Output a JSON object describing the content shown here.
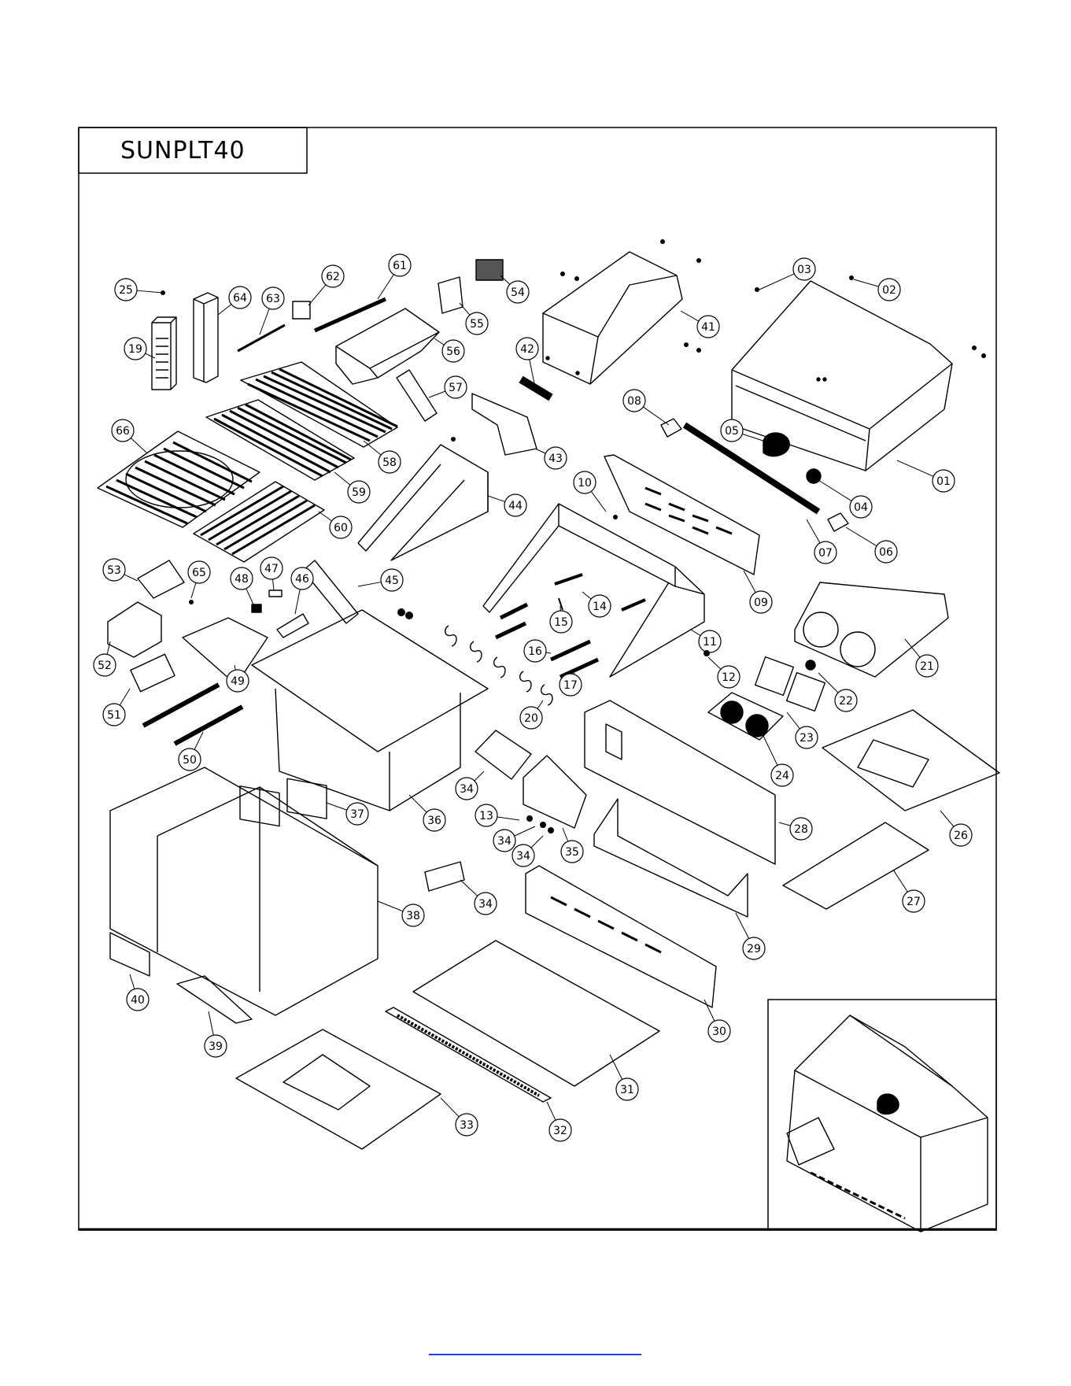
{
  "document": {
    "model_label": "SUNPLT40",
    "part_numbers": [
      "01",
      "02",
      "03",
      "04",
      "05",
      "06",
      "07",
      "08",
      "09",
      "10",
      "11",
      "12",
      "13",
      "14",
      "15",
      "16",
      "17",
      "19",
      "20",
      "21",
      "22",
      "23",
      "24",
      "25",
      "26",
      "27",
      "28",
      "29",
      "30",
      "31",
      "32",
      "33",
      "34",
      "35",
      "36",
      "37",
      "38",
      "39",
      "40",
      "41",
      "42",
      "43",
      "44",
      "45",
      "46",
      "47",
      "48",
      "49",
      "50",
      "51",
      "52",
      "53",
      "54",
      "55",
      "56",
      "57",
      "58",
      "59",
      "60",
      "61",
      "62",
      "63",
      "64",
      "65",
      "66"
    ]
  },
  "callouts": [
    {
      "label": "25"
    },
    {
      "label": "19"
    },
    {
      "label": "64"
    },
    {
      "label": "63"
    },
    {
      "label": "62"
    },
    {
      "label": "61"
    },
    {
      "label": "54"
    },
    {
      "label": "55"
    },
    {
      "label": "56"
    },
    {
      "label": "57"
    },
    {
      "label": "42"
    },
    {
      "label": "41"
    },
    {
      "label": "03"
    },
    {
      "label": "02"
    },
    {
      "label": "66"
    },
    {
      "label": "58"
    },
    {
      "label": "59"
    },
    {
      "label": "60"
    },
    {
      "label": "44"
    },
    {
      "label": "43"
    },
    {
      "label": "08"
    },
    {
      "label": "05"
    },
    {
      "label": "01"
    },
    {
      "label": "10"
    },
    {
      "label": "04"
    },
    {
      "label": "06"
    },
    {
      "label": "07"
    },
    {
      "label": "09"
    },
    {
      "label": "53"
    },
    {
      "label": "65"
    },
    {
      "label": "48"
    },
    {
      "label": "47"
    },
    {
      "label": "46"
    },
    {
      "label": "45"
    },
    {
      "label": "14"
    },
    {
      "label": "15"
    },
    {
      "label": "11"
    },
    {
      "label": "52"
    },
    {
      "label": "49"
    },
    {
      "label": "16"
    },
    {
      "label": "17"
    },
    {
      "label": "12"
    },
    {
      "label": "21"
    },
    {
      "label": "22"
    },
    {
      "label": "51"
    },
    {
      "label": "20"
    },
    {
      "label": "23"
    },
    {
      "label": "50"
    },
    {
      "label": "24"
    },
    {
      "label": "34"
    },
    {
      "label": "36"
    },
    {
      "label": "37"
    },
    {
      "label": "13"
    },
    {
      "label": "34"
    },
    {
      "label": "34"
    },
    {
      "label": "35"
    },
    {
      "label": "28"
    },
    {
      "label": "26"
    },
    {
      "label": "38"
    },
    {
      "label": "34"
    },
    {
      "label": "27"
    },
    {
      "label": "29"
    },
    {
      "label": "40"
    },
    {
      "label": "39"
    },
    {
      "label": "30"
    },
    {
      "label": "31"
    },
    {
      "label": "33"
    },
    {
      "label": "32"
    }
  ]
}
